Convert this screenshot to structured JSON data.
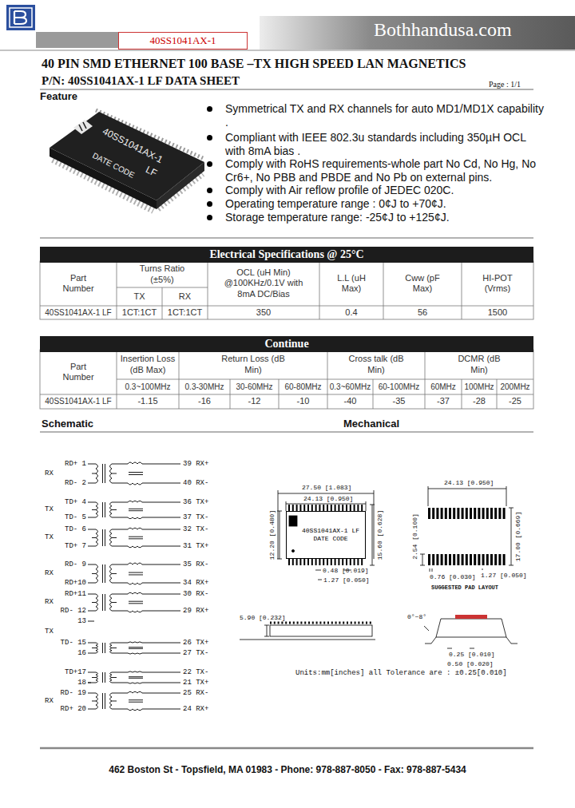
{
  "diagram": {
    "title": "40 PIN SMD ETHERNET 100 BASE –TX HIGH SPEED LAN MAGNETICS",
    "nodes": [
      {
        "text": [
          "40SS1041AX-1"
        ]
      },
      {
        "text": [
          "Electrical Specifications @ 25°C"
        ]
      },
      {
        "text": [
          "Continue"
        ]
      },
      {
        "text": [
          "40SS1041AX-1 LF",
          "DATE CODE"
        ]
      }
    ],
    "labels": [
      "Bothhandusa.com",
      "P/N: 40SS1041AX-1 LF DATA SHEET",
      "Page : 1/1",
      "Feature",
      "Symmetrical TX and RX channels for auto MD1/MD1X capability .",
      "Compliant with IEEE 802.3u standards including 350µH OCL with 8mA bias .",
      "Comply with RoHS requirements-whole part No Cd, No Hg, No Cr6+, No PBB and PBDE and No Pb on external pins.",
      "Comply with Air reflow profile of JEDEC 020C.",
      "Operating temperature range : 0¢J to +70¢J.",
      "Storage temperature range: -25¢J to +125¢J.",
      "40SS1041AX-1",
      "LF",
      "DATE CODE",
      "Part Number",
      "Turns Ratio (±5%)",
      "TX",
      "RX",
      "OCL (uH Min) @100KHz/0.1V with 8mA DC/Bias",
      "L.L (uH Max)",
      "Cww (pF Max)",
      "HI-POT (Vrms)",
      "40SS1041AX-1 LF",
      "1CT:1CT",
      "1CT:1CT",
      "350",
      "0.4",
      "56",
      "1500",
      "Part Number",
      "Insertion Loss (dB Max)",
      "Return Loss (dB Min)",
      "Cross talk (dB Min)",
      "DCMR (dB Min)",
      "0.3~100MHz",
      "0.3-30MHz",
      "30-60MHz",
      "60-80MHz",
      "0.3~60MHz",
      "60-100MHz",
      "60MHz",
      "100MHz",
      "200MHz",
      "40SS1041AX-1 LF",
      "-1.15",
      "-16",
      "-12",
      "-10",
      "-40",
      "-35",
      "-37",
      "-28",
      "-25",
      "Schematic",
      "Mechanical",
      "RD+ 1",
      "RX",
      "RD- 2",
      "TD+ 4",
      "TX",
      "TD- 5",
      "TD- 6",
      "TX",
      "TD+ 7",
      "RD- 9",
      "RX",
      "RD+10",
      "RD+11",
      "RX",
      "RD- 12",
      "13",
      "TX",
      "TD- 15",
      "16",
      "TD+17",
      "18",
      "RD- 19",
      "RX",
      "RD+ 20",
      "39 RX+",
      "40 RX-",
      "36 TX+",
      "37 TX-",
      "32 TX-",
      "31 TX+",
      "35 RX-",
      "34 RX+",
      "30 RX-",
      "29 RX+",
      "26 TX+",
      "27 TX-",
      "22 TX-",
      "21 TX+",
      "25 RX-",
      "24 RX+",
      "27.50 [1.083]",
      "24.13 [0.950]",
      "12.20 [0.480]",
      "15.60 [0.628]",
      "0.48 [0.019]",
      "1.27 [0.050]",
      "24.13 [0.950]",
      "2.54 [0.100]",
      "17.00 [0.669]",
      "0.76 [0.030]",
      "1.27 [0.050]",
      "SUGGESTED PAD LAYOUT",
      "5.90 [0.232]",
      "0°~8°",
      "0.25 [0.010]",
      "0.50 [0.020]",
      "Units:mm[inches] all Tolerance are : ±0.25[0.010]",
      "462 Boston St - Topsfield, MA 01983 - Phone: 978-887-8050 - Fax: 978-887-5434"
    ]
  }
}
